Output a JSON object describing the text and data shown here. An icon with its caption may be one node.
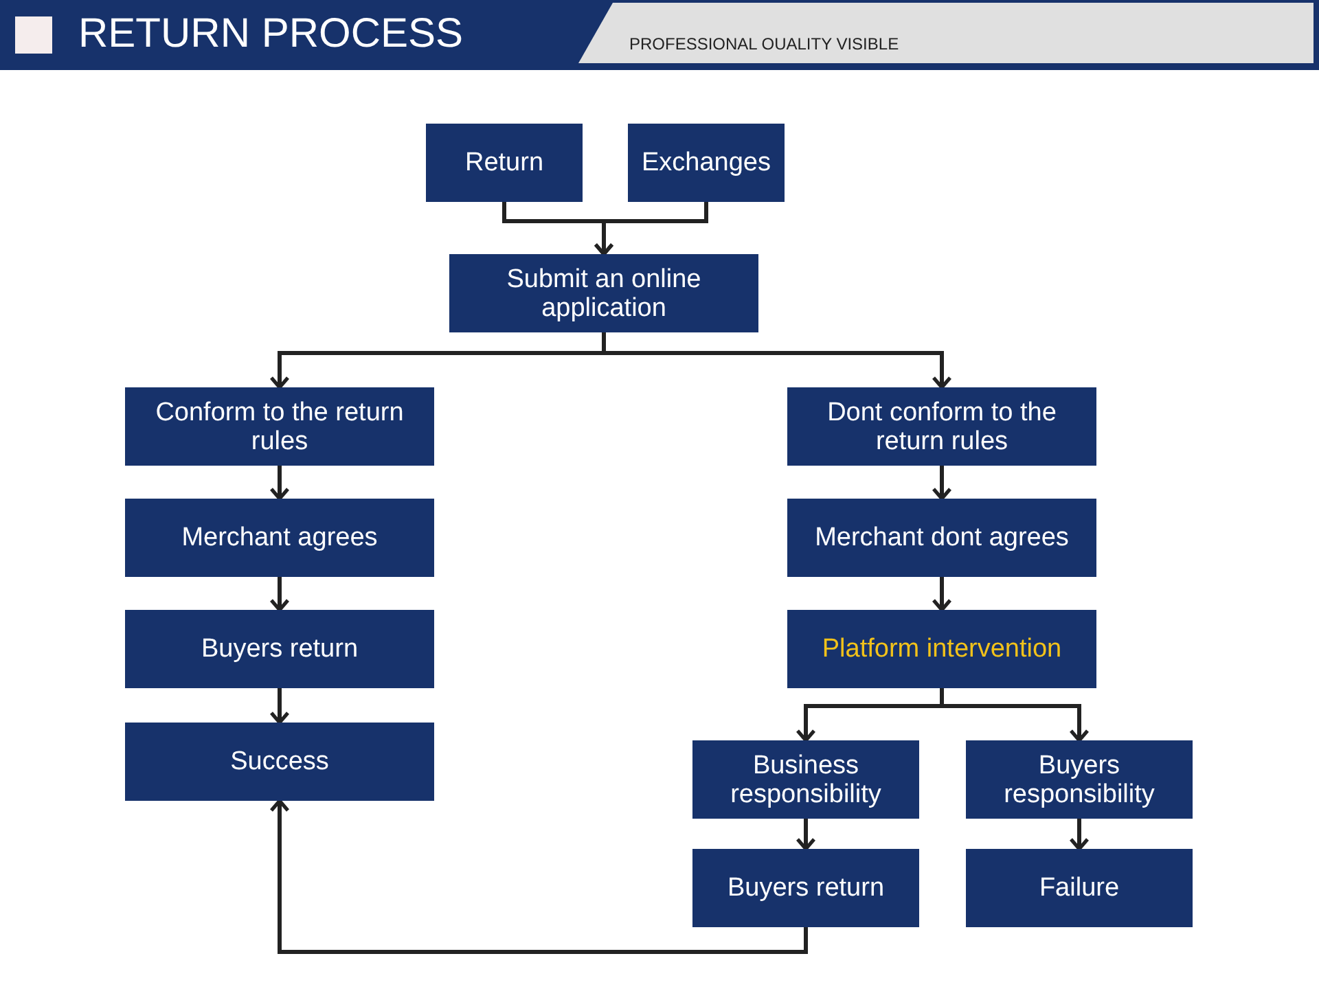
{
  "diagram": {
    "title": "RETURN PROCESS",
    "nodes": [
      {
        "text": [
          "Return"
        ]
      },
      {
        "text": [
          "Exchanges"
        ]
      },
      {
        "text": [
          "Submit an online application"
        ]
      },
      {
        "text": [
          "Conform to the return rules"
        ]
      },
      {
        "text": [
          "Dont conform to the return rules"
        ]
      },
      {
        "text": [
          "Merchant agrees"
        ]
      },
      {
        "text": [
          "Merchant dont agrees"
        ]
      },
      {
        "text": [
          "Buyers return"
        ]
      },
      {
        "text": [
          "Platform intervention"
        ]
      },
      {
        "text": [
          "Success"
        ]
      },
      {
        "text": [
          "Business responsibility"
        ]
      },
      {
        "text": [
          "Buyers responsibility"
        ]
      },
      {
        "text": [
          "Buyers return"
        ]
      },
      {
        "text": [
          "Failure"
        ]
      }
    ],
    "edges": [
      {
        "from": 0,
        "to": 2,
        "arrow": "to"
      },
      {
        "from": 1,
        "to": 2,
        "arrow": "to"
      },
      {
        "from": 2,
        "to": 3,
        "arrow": "to"
      },
      {
        "from": 2,
        "to": 4,
        "arrow": "to"
      },
      {
        "from": 3,
        "to": 5,
        "arrow": "to"
      },
      {
        "from": 5,
        "to": 7,
        "arrow": "to"
      },
      {
        "from": 7,
        "to": 9,
        "arrow": "to"
      },
      {
        "from": 4,
        "to": 6,
        "arrow": "to"
      },
      {
        "from": 6,
        "to": 8,
        "arrow": "to"
      },
      {
        "from": 8,
        "to": 10,
        "arrow": "to"
      },
      {
        "from": 8,
        "to": 11,
        "arrow": "to"
      },
      {
        "from": 10,
        "to": 12,
        "arrow": "to"
      },
      {
        "from": 11,
        "to": 13,
        "arrow": "to"
      },
      {
        "from": 12,
        "to": 9,
        "arrow": "to"
      }
    ],
    "labels": [
      "PROFESSIONAL OUALITY VISIBLE"
    ]
  }
}
